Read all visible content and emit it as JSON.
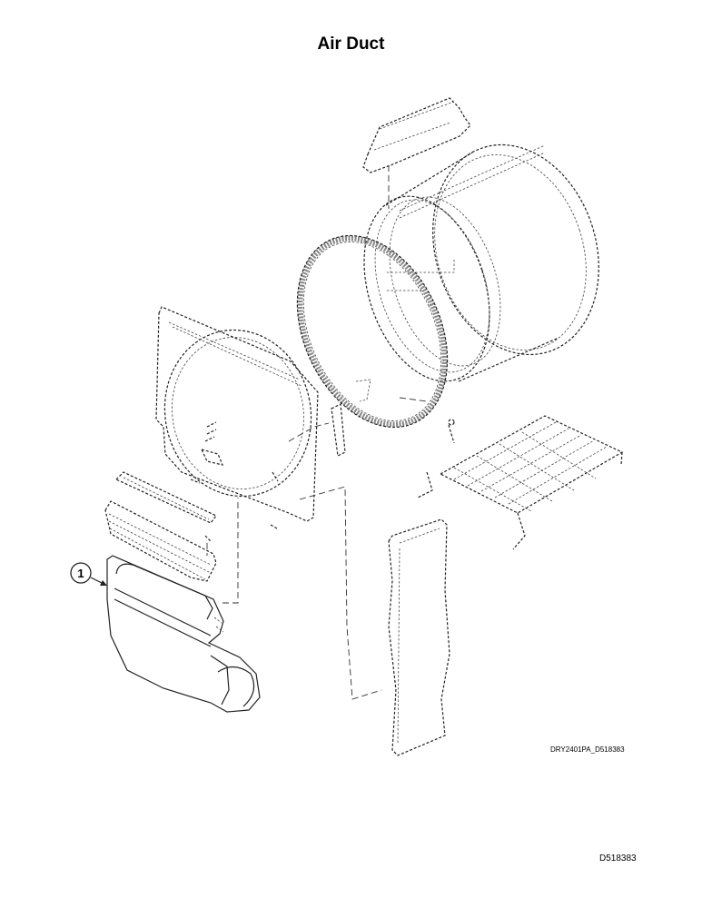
{
  "page": {
    "title": "Air Duct",
    "drawing_id": "DRY2401PA_D518383",
    "doc_code": "D518383"
  },
  "callouts": [
    {
      "number": "1"
    }
  ]
}
